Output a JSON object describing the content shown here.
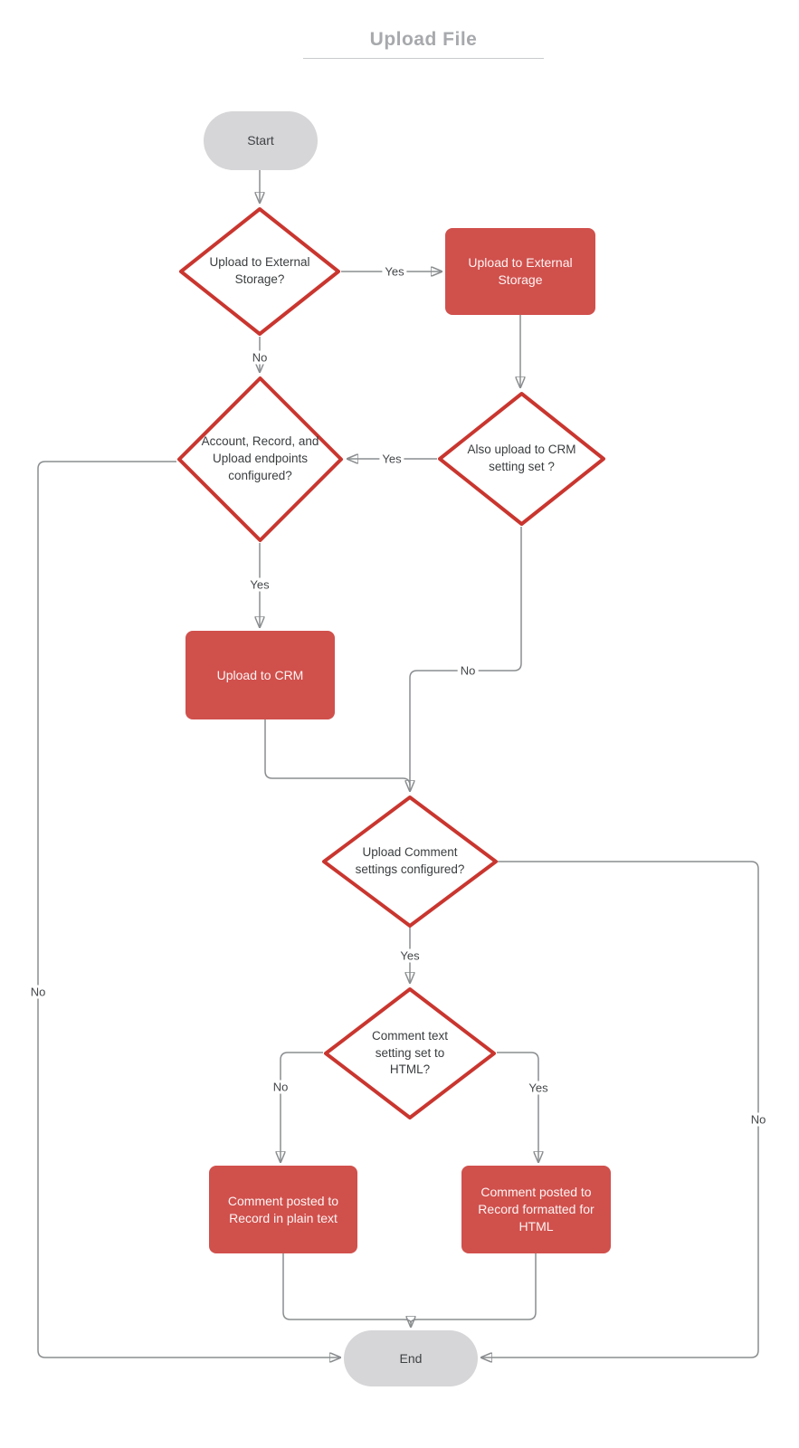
{
  "title": "Upload File",
  "colors": {
    "process_fill": "#d0504c",
    "diamond_stroke": "#c9362f",
    "terminal_fill": "#d6d6d8",
    "connector_line": "#8a8d8f",
    "arrowhead": "#3b3e40",
    "title_gray": "#a7a9ac"
  },
  "nodes": {
    "start": {
      "label": "Start"
    },
    "decision_external": {
      "label": "Upload to External Storage?"
    },
    "process_external": {
      "label": "Upload to External Storage"
    },
    "decision_endpoints": {
      "label": "Account, Record, and Upload endpoints configured?"
    },
    "decision_also_crm": {
      "label": "Also upload to CRM setting set ?"
    },
    "process_crm": {
      "label": "Upload to CRM"
    },
    "decision_comment_settings": {
      "label": "Upload Comment settings configured?"
    },
    "decision_comment_html": {
      "label": "Comment text setting set to HTML?"
    },
    "process_plain_text": {
      "label": "Comment posted to Record in plain text"
    },
    "process_html": {
      "label": "Comment posted to Record formatted for HTML"
    },
    "end": {
      "label": "End"
    }
  },
  "edge_labels": {
    "yes_external": "Yes",
    "no_external": "No",
    "yes_also_crm": "Yes",
    "yes_endpoints": "Yes",
    "no_also_crm": "No",
    "yes_comment_settings": "Yes",
    "no_comment_html": "No",
    "yes_comment_html": "Yes",
    "no_endpoints": "No",
    "no_comment_settings": "No"
  }
}
